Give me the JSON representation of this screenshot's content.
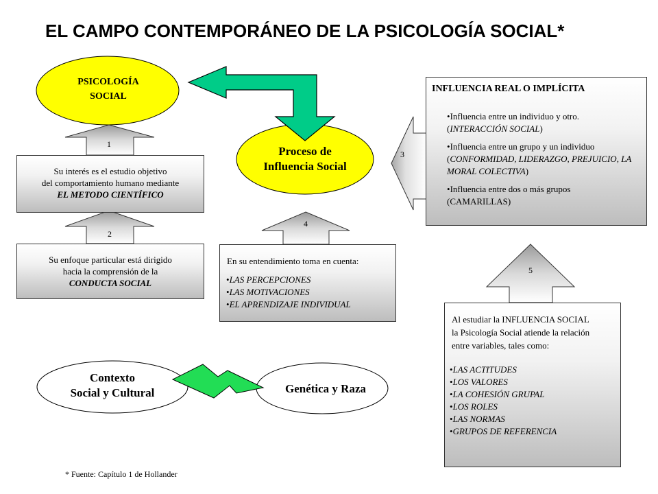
{
  "title": "EL CAMPO CONTEMPORÁNEO DE LA PSICOLOGÍA SOCIAL*",
  "psicologia": {
    "line1": "PSICOLOGÍA",
    "line2": "SOCIAL"
  },
  "proceso": {
    "line1": "Proceso de",
    "line2": "Influencia Social"
  },
  "arrow_numbers": [
    "1",
    "2",
    "3",
    "4",
    "5"
  ],
  "box1": {
    "line1": "Su interés es el estudio objetivo",
    "line2": "del comportamiento humano mediante",
    "line3": "EL METODO CIENTÍFICO"
  },
  "box2": {
    "line1": "Su enfoque particular está dirigido",
    "line2": "hacia la comprensión de la",
    "line3": "CONDUCTA SOCIAL"
  },
  "box4": {
    "intro": "En su entendimiento toma en cuenta:",
    "items": [
      "LAS PERCEPCIONES",
      "LAS MOTIVACIONES",
      "EL APRENDIZAJE INDIVIDUAL"
    ]
  },
  "influencia": {
    "header": "INFLUENCIA REAL O IMPLÍCITA",
    "items": [
      {
        "text": "Influencia entre un individuo y otro.",
        "paren": "INTERACCIÓN SOCIAL"
      },
      {
        "text": "Influencia entre un grupo y un individuo",
        "paren": "CONFORMIDAD, LIDERAZGO, PREJUICIO, LA MORAL COLECTIVA"
      },
      {
        "text": "Influencia entre dos o más grupos",
        "paren_plain": "(CAMARILLAS)"
      }
    ]
  },
  "box5": {
    "intro1": "Al estudiar la INFLUENCIA SOCIAL",
    "intro2": "la Psicología Social atiende la relación",
    "intro3": "entre variables, tales como:",
    "items": [
      "LAS ACTITUDES",
      "LOS VALORES",
      "LA COHESIÓN GRUPAL",
      "LOS ROLES",
      "LAS NORMAS",
      "GRUPOS DE REFERENCIA"
    ]
  },
  "contexto": {
    "line1": "Contexto",
    "line2": "Social y Cultural"
  },
  "genetica": "Genética y Raza",
  "footnote": "* Fuente: Capítulo 1 de Hollander",
  "colors": {
    "ellipse_fill": "#ffff00",
    "arrow_green": "#00cc88",
    "bolt_green": "#22dd55"
  }
}
